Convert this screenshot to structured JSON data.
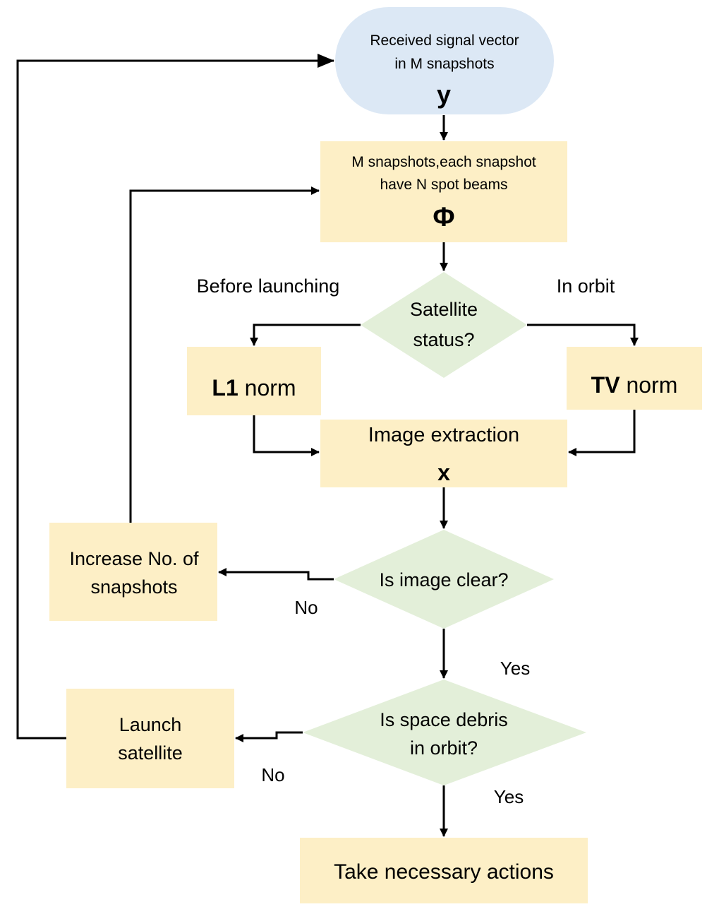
{
  "colors": {
    "terminal_fill": "#dce8f5",
    "process_fill": "#fdefc6",
    "decision_fill": "#e3efd9",
    "line": "#000000"
  },
  "nodes": {
    "start": {
      "line1": "Received signal vector",
      "line2": "in M snapshots",
      "symbol": "y"
    },
    "snapshots": {
      "line1": "M snapshots,each snapshot",
      "line2": "have N spot beams",
      "symbol": "Φ"
    },
    "status": {
      "line1": "Satellite",
      "line2": "status?"
    },
    "l1": {
      "bold": "L1",
      "rest": " norm"
    },
    "tv": {
      "bold": "TV",
      "rest": " norm"
    },
    "extract": {
      "line1": "Image extraction",
      "symbol": "x"
    },
    "clear": {
      "line1": "Is  image clear?"
    },
    "increase": {
      "line1": "Increase No. of",
      "line2": "snapshots"
    },
    "debris": {
      "line1": "Is  space debris",
      "line2": "in orbit?"
    },
    "launch": {
      "line1": "Launch",
      "line2": "satellite"
    },
    "actions": {
      "line1": "Take necessary actions"
    }
  },
  "edge_labels": {
    "before": "Before launching",
    "orbit": "In  orbit",
    "no_clear": "No",
    "yes_clear": "Yes",
    "no_debris": "No",
    "yes_debris": "Yes"
  }
}
